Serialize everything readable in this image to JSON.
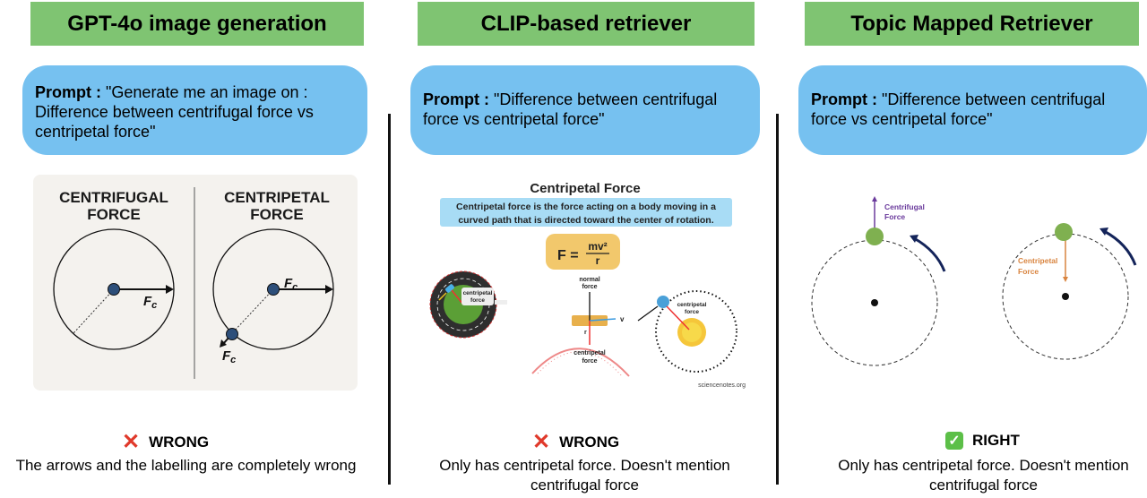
{
  "columns": [
    {
      "title": "GPT-4o image generation",
      "prompt_label": "Prompt :",
      "prompt_text": "\"Generate me an image on : Difference between centrifugal force vs centripetal force\"",
      "verdict_icon": "cross-mark-icon",
      "verdict": "WRONG",
      "explanation": "The arrows and the labelling are completely wrong",
      "image": {
        "left_heading_line1": "CENTRIFUGAL",
        "left_heading_line2": "FORCE",
        "right_heading_line1": "CENTRIPETAL",
        "right_heading_line2": "FORCE",
        "force_label": "F",
        "force_subscript": "c"
      }
    },
    {
      "title": "CLIP-based retriever",
      "prompt_label": "Prompt :",
      "prompt_text": "\"Difference between centrifugal force vs centripetal force\"",
      "verdict_icon": "cross-mark-icon",
      "verdict": "WRONG",
      "explanation_line1": "Only has centripetal force. Doesn't mention",
      "explanation_line2": "centrifugal force",
      "image": {
        "heading": "Centripetal Force",
        "definition_line1": "Centripetal force is the force acting on a body moving in a",
        "definition_line2": "curved path that is directed toward the center of rotation.",
        "formula_lhs": "F =",
        "formula_num": "mv²",
        "formula_den": "r",
        "label_centripetal": "centripetal",
        "label_force": "force",
        "label_normal": "normal",
        "label_r": "r",
        "label_v": "v",
        "credit": "sciencenotes.org"
      }
    },
    {
      "title": "Topic Mapped Retriever",
      "prompt_label": "Prompt :",
      "prompt_text": "\"Difference between centrifugal force vs centripetal force\"",
      "verdict_icon": "check-mark-icon",
      "verdict": "RIGHT",
      "explanation_line1": "Only has centripetal force. Doesn't mention",
      "explanation_line2": "centrifugal force",
      "image": {
        "left_label_line1": "Centrifugal",
        "left_label_line2": "Force",
        "right_label_line1": "Centripetal",
        "right_label_line2": "Force"
      }
    }
  ],
  "colors": {
    "title_bg": "#7fc472",
    "prompt_bg": "#76c1f0",
    "wrong": "#e0392b",
    "right": "#5cbf48",
    "centrifugal_label": "#6a3a9c",
    "centripetal_label": "#d9843f"
  }
}
